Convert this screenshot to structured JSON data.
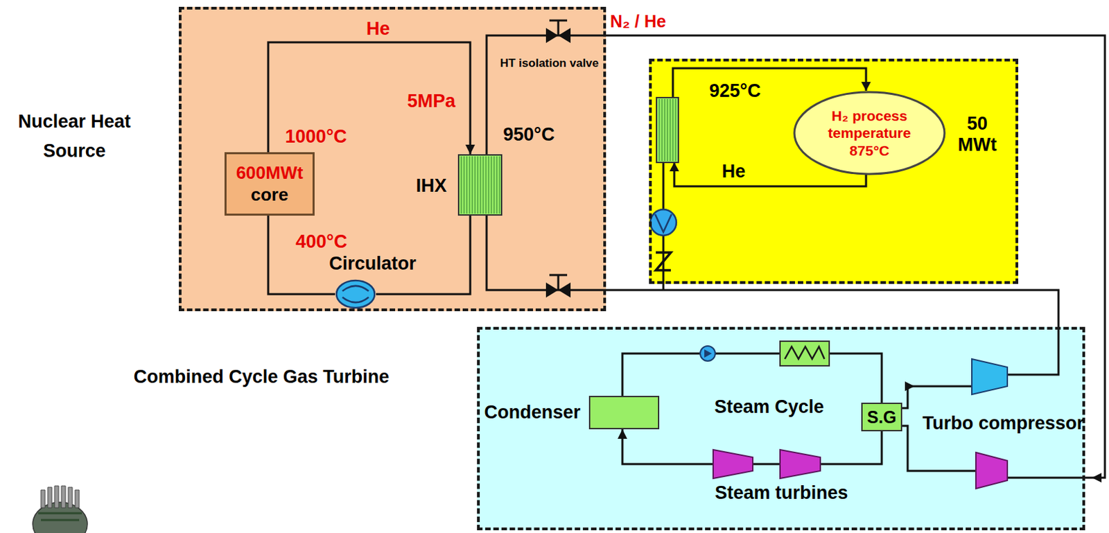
{
  "diagram": {
    "nodes": [
      {
        "text": [
          "Nuclear Heat Source"
        ]
      },
      {
        "text": [
          "600MWt",
          "core"
        ],
        "in": 0
      },
      {
        "text": [
          "IHX"
        ],
        "in": 0
      },
      {
        "text": [
          "Circulator"
        ],
        "in": 0
      },
      {
        "text": [
          "50 MWt"
        ]
      },
      {
        "text": [
          "H₂ process temperature",
          "875°C"
        ],
        "in": 4
      },
      {
        "text": [
          "Combined Cycle Gas Turbine"
        ]
      },
      {
        "text": [
          "Condenser"
        ],
        "in": 6
      },
      {
        "text": [
          "S.G"
        ],
        "in": 6
      },
      {
        "text": [
          "Turbo compressor"
        ],
        "in": 6
      }
    ],
    "edges": [
      {
        "from": 1,
        "to": 2,
        "arrow": "to",
        "label": "He"
      },
      {
        "from": 2,
        "to": 3,
        "arrow": "none"
      },
      {
        "from": 3,
        "to": 1,
        "arrow": "none"
      },
      {
        "from": 2,
        "to": 9,
        "arrow": "to",
        "label": "N₂ / He"
      },
      {
        "from": 9,
        "to": 2,
        "arrow": "none"
      },
      {
        "from": 8,
        "to": 9,
        "arrow": "to"
      },
      {
        "from": 9,
        "to": 8,
        "arrow": "none"
      },
      {
        "from": 7,
        "to": 8,
        "arrow": "none"
      },
      {
        "from": 8,
        "to": 7,
        "arrow": "to"
      }
    ],
    "labels": [
      "5MPa",
      "1000°C",
      "400°C",
      "950°C",
      "HT isolation valve",
      "925°C",
      "He",
      "Steam Cycle",
      "Steam turbines"
    ]
  }
}
